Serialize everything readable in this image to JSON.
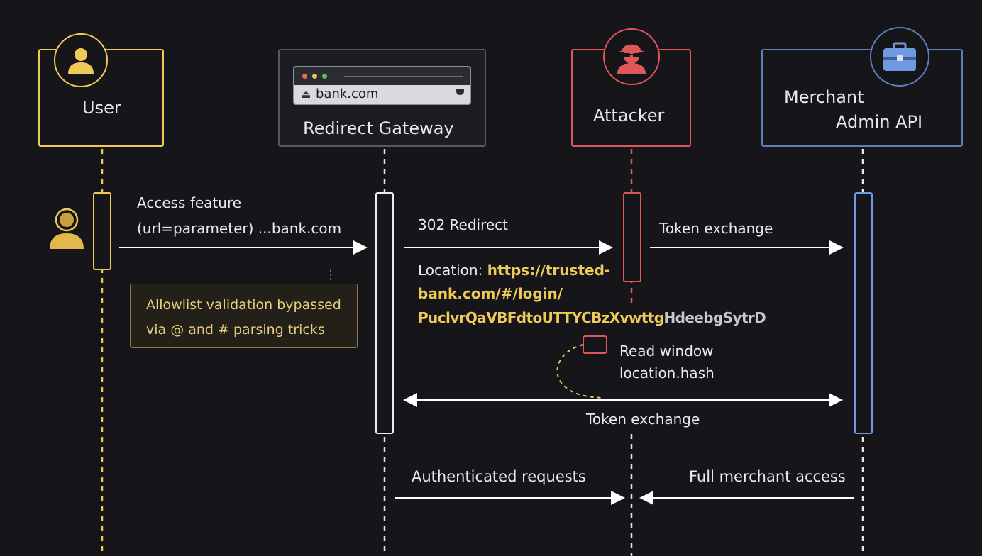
{
  "participants": {
    "user": {
      "label": "User",
      "color": "#f0ca58"
    },
    "gateway": {
      "label": "Redirect Gateway",
      "color": "#565a66",
      "address": "bank.com"
    },
    "attacker": {
      "label": "Attacker",
      "color": "#e0575a"
    },
    "merchant": {
      "label_line1": "Merchant",
      "label_line2": "Admin API",
      "color": "#5e7fb8"
    }
  },
  "icons": {
    "user": "user-avatar-icon",
    "user_small": "user-avatar-icon",
    "attacker": "hacker-sunglasses-icon",
    "merchant": "briefcase-icon",
    "lock": "lock-icon"
  },
  "messages": {
    "access_line1": "Access feature",
    "access_line2": "(url=parameter) ...bank.com",
    "redirect": "302 Redirect",
    "location_prefix": "Location: ",
    "location_url_line1": "https://trusted-",
    "location_url_line2": "bank.com/#/login/",
    "token_highlight": "PuclvrQaVBFdtoUTTYCBzXvwttg",
    "token_rest": "HdeebgSytrD",
    "token_exchange_top": "Token exchange",
    "read_hash_line1": "Read window",
    "read_hash_line2": "location.hash",
    "token_exchange_bottom": "Token exchange",
    "authenticated": "Authenticated requests",
    "full_access": "Full merchant access"
  },
  "note": {
    "line1": "Allowlist validation bypassed",
    "line2": "via @ and # parsing tricks"
  },
  "colors": {
    "background": "#16151a",
    "highlight": "#f0ca58",
    "arrow": "#ffffff"
  }
}
